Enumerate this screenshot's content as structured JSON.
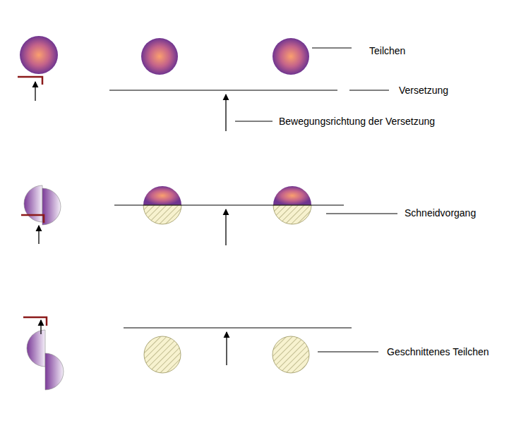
{
  "diagram": {
    "labels": [
      "Teilchen",
      "Versetzung",
      "Bewegungsrichtung der Versetzung",
      "Schneidvorgang",
      "Geschnittenes Teilchen"
    ]
  }
}
